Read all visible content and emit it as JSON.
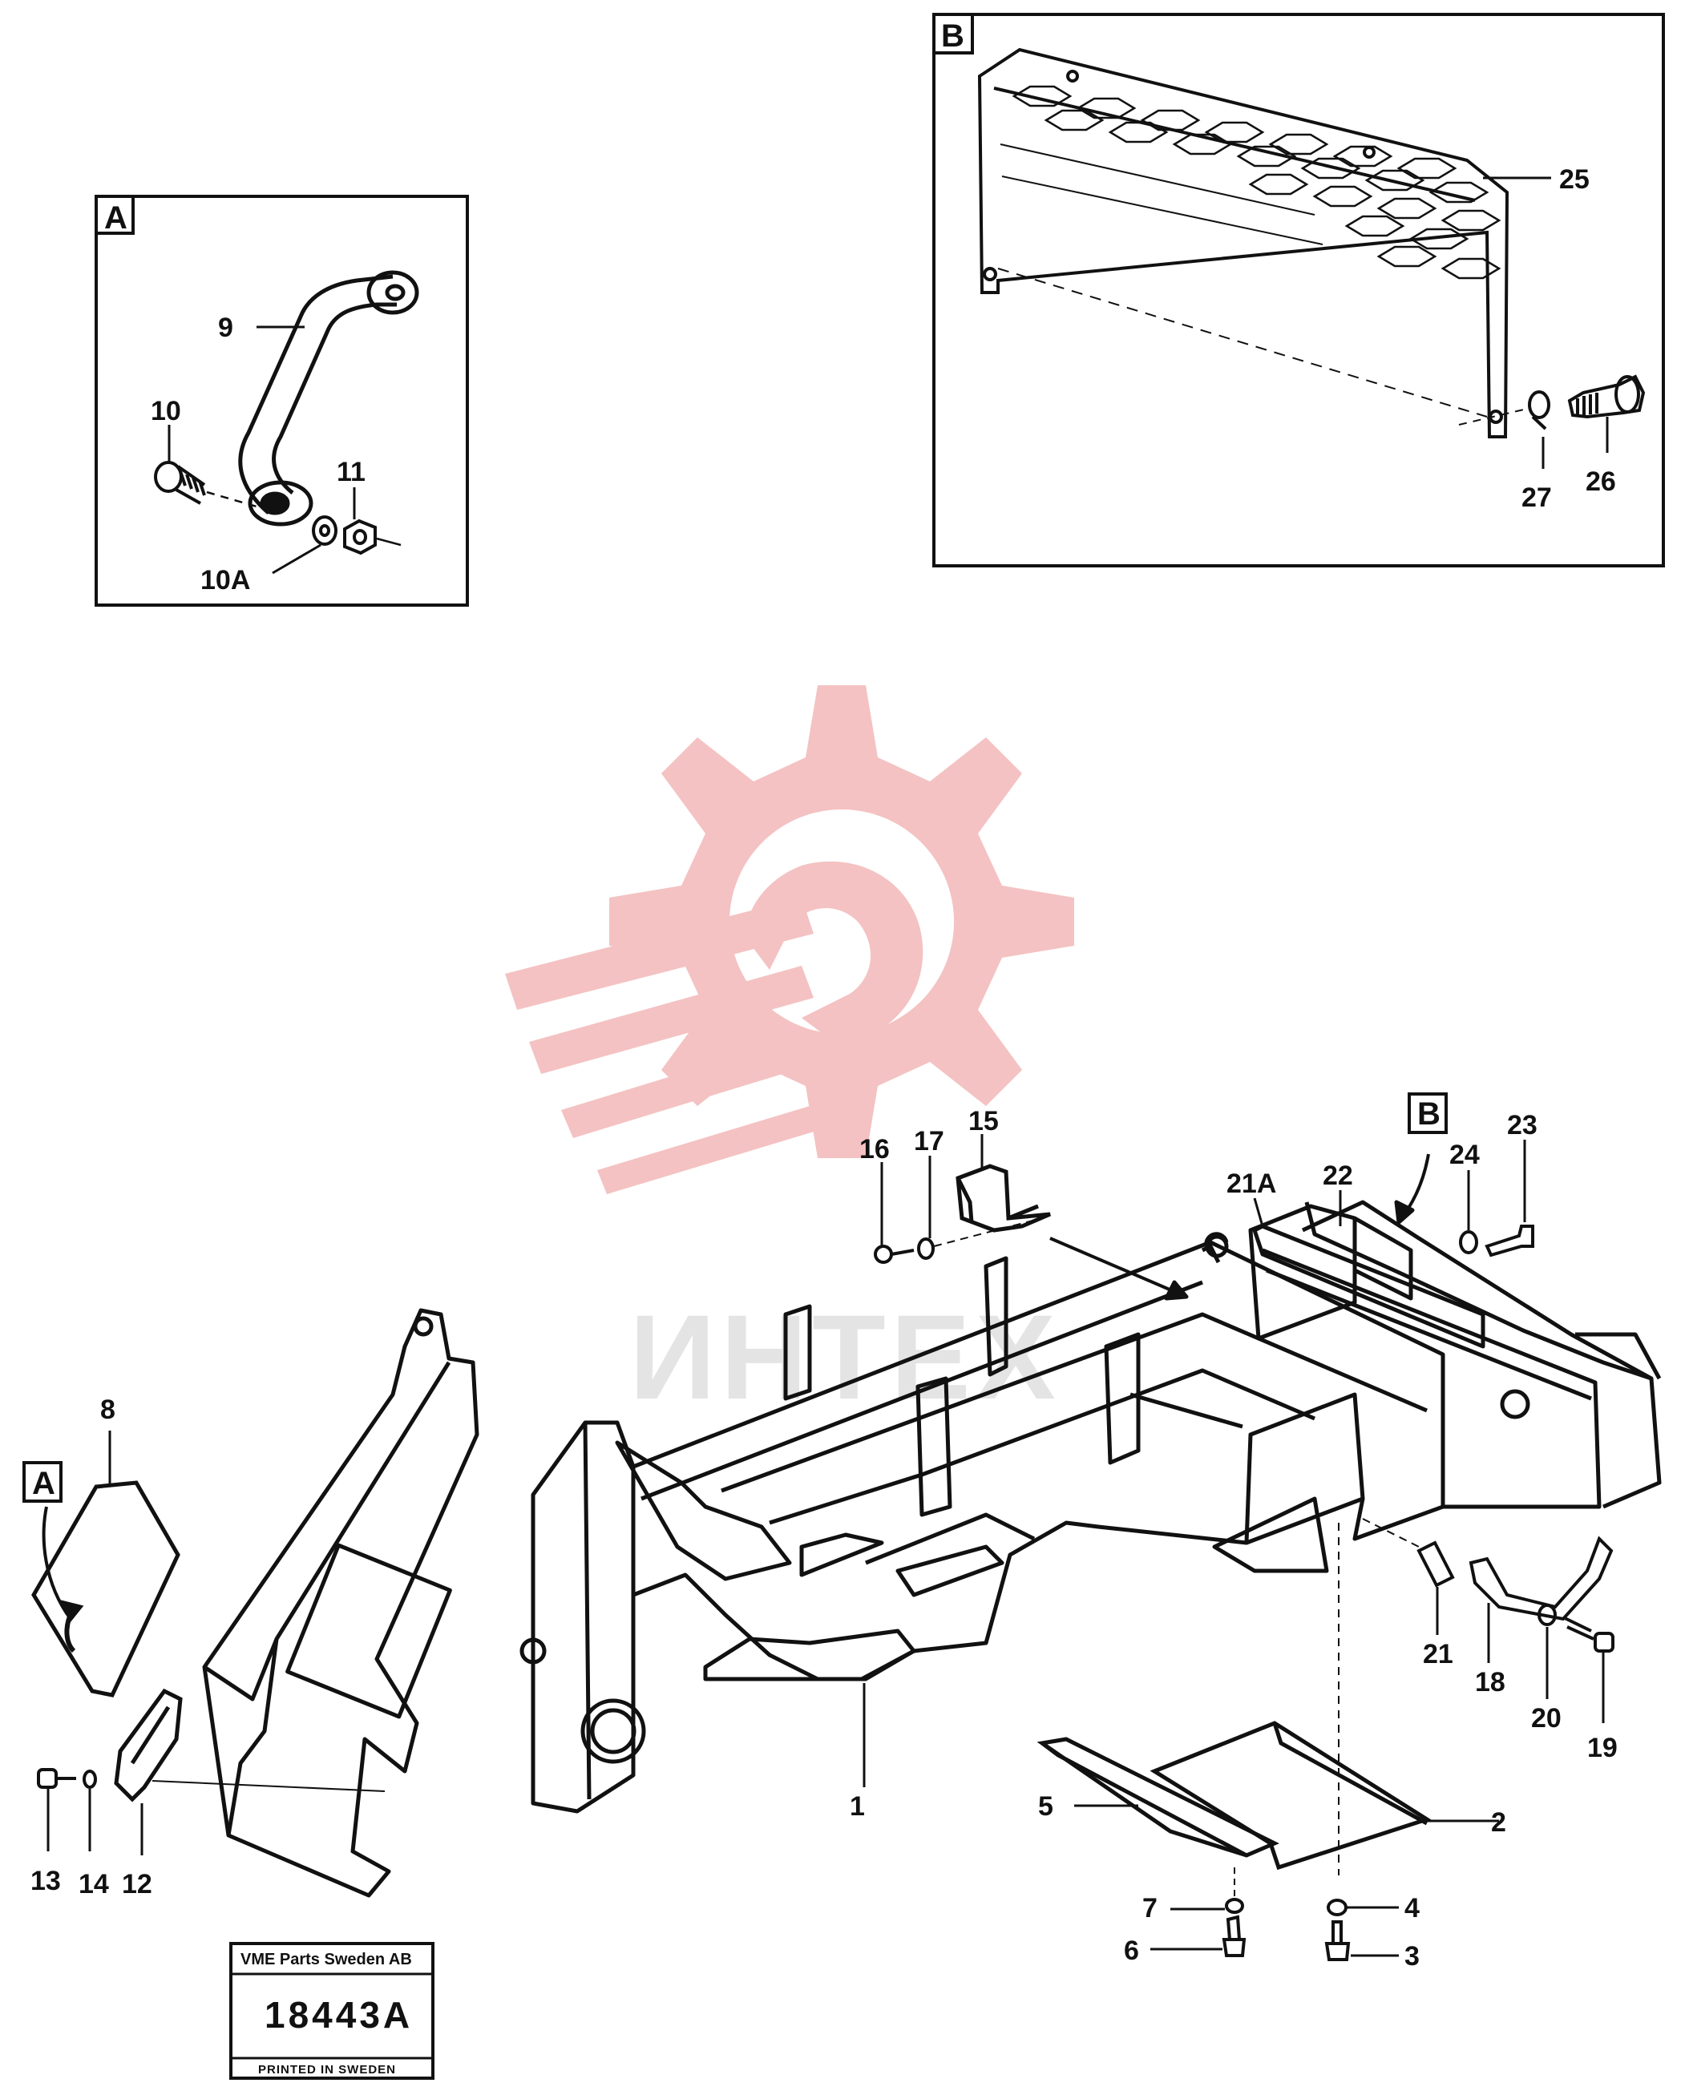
{
  "colors": {
    "line": "#111111",
    "watermark": "#f4c2c2",
    "watermark_text": "#e4e4e4"
  },
  "watermark": {
    "text": "ИНТЕХ",
    "icon": "gear-wrench-logo"
  },
  "insets": {
    "a": {
      "tag": "A"
    },
    "b": {
      "tag": "B"
    }
  },
  "main": {
    "callout_a": "A",
    "callout_b": "B"
  },
  "labels": {
    "l1": "1",
    "l2": "2",
    "l3": "3",
    "l4": "4",
    "l5": "5",
    "l6": "6",
    "l7": "7",
    "l8": "8",
    "l9": "9",
    "l10": "10",
    "l10a": "10A",
    "l11": "11",
    "l12": "12",
    "l13": "13",
    "l14": "14",
    "l15": "15",
    "l16": "16",
    "l17": "17",
    "l18": "18",
    "l19": "19",
    "l20": "20",
    "l21": "21",
    "l21a": "21A",
    "l22": "22",
    "l23": "23",
    "l24": "24",
    "l25": "25",
    "l26": "26",
    "l27": "27"
  },
  "stamp": {
    "company": "VME Parts Sweden AB",
    "number": "18443A",
    "printed": "PRINTED IN SWEDEN"
  }
}
